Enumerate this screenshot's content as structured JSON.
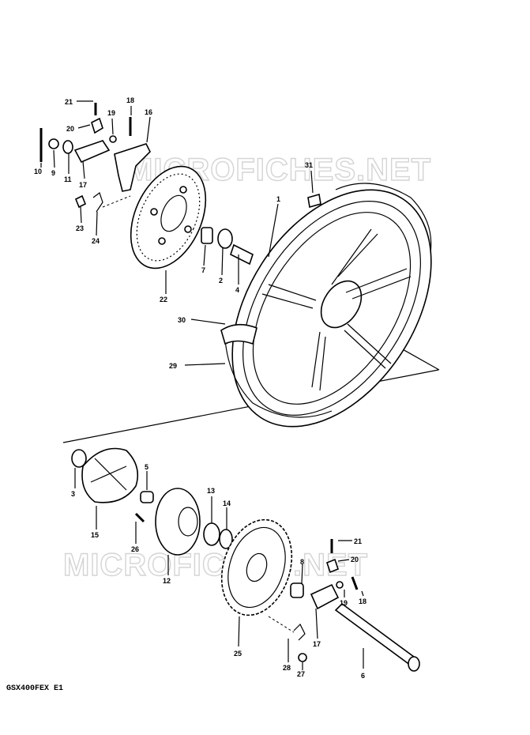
{
  "model_code": "GSX400FEX E1",
  "watermarks": [
    "MICROFICHES.NET",
    "MICROFICHES.NET"
  ],
  "callouts": [
    "1",
    "2",
    "3",
    "4",
    "5",
    "6",
    "7",
    "8",
    "10",
    "11",
    "12",
    "13",
    "14",
    "15",
    "16",
    "17",
    "17",
    "18",
    "18",
    "19",
    "19",
    "20",
    "20",
    "21",
    "21",
    "22",
    "23",
    "24",
    "25",
    "26",
    "27",
    "28",
    "29",
    "30",
    "31",
    "9"
  ]
}
